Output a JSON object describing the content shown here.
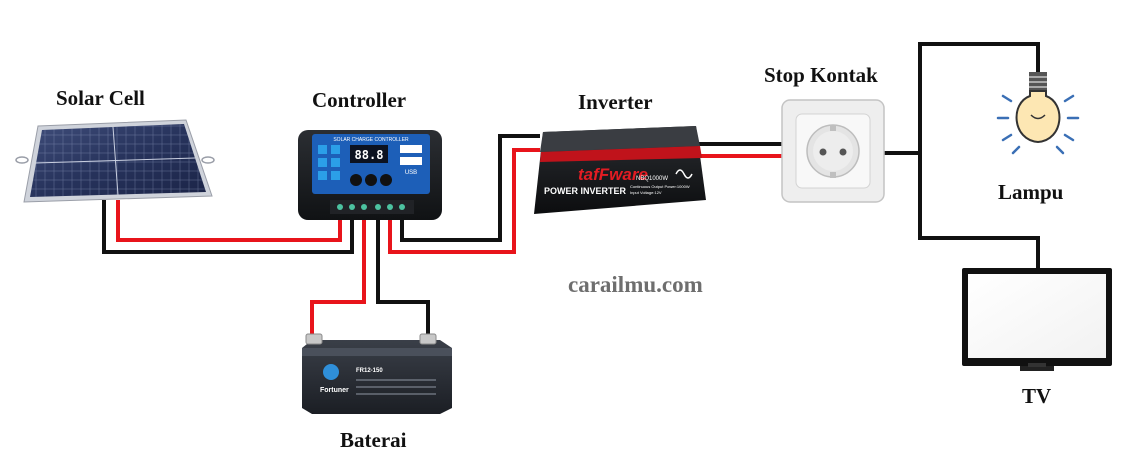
{
  "labels": {
    "solar_cell": "Solar Cell",
    "controller": "Controller",
    "inverter": "Inverter",
    "stop_kontak": "Stop Kontak",
    "lampu": "Lampu",
    "tv": "TV",
    "baterai": "Baterai"
  },
  "watermark": "carailmu.com",
  "devices": {
    "controller_panel_title": "SOLAR CHARGE CONTROLLER",
    "controller_display": "88.8",
    "controller_usb": "USB",
    "inverter_brand": "tafFware",
    "inverter_subtitle": "POWER INVERTER",
    "inverter_model": "NBQ1000W",
    "inverter_spec_1": "Continuous Output Power:1000W",
    "inverter_spec_2": "Input Voltage:12V",
    "battery_brand": "Fortuner",
    "battery_model": "FR12-150"
  },
  "colors": {
    "positive_wire": "#e8141b",
    "negative_wire": "#111111",
    "controller_blue": "#1d5fb8",
    "inverter_red": "#c0131b",
    "device_dark": "#1d1f22"
  }
}
